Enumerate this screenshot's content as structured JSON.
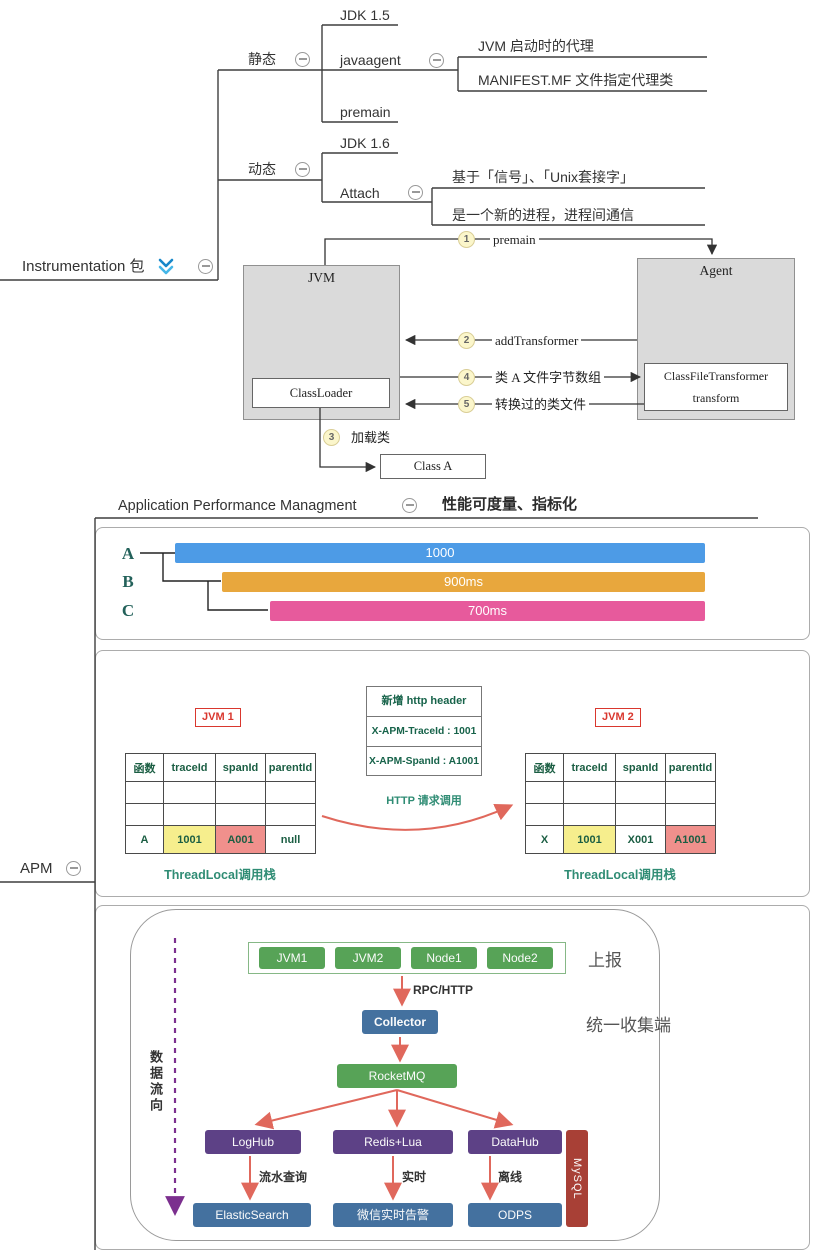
{
  "mindmap": {
    "root": {
      "label": "Instrumentation 包"
    },
    "static_branch": {
      "label": "静态",
      "jdk": "JDK 1.5",
      "javaagent": "javaagent",
      "javaagent_notes": [
        "JVM 启动时的代理",
        "MANIFEST.MF 文件指定代理类"
      ],
      "premain": "premain"
    },
    "dynamic_branch": {
      "label": "动态",
      "jdk": "JDK 1.6",
      "attach": "Attach",
      "attach_notes": [
        "基于「信号」、「Unix套接字」",
        "是一个新的进程，进程间通信"
      ]
    },
    "apm": {
      "label": "APM",
      "child_label": "Application Performance Managment",
      "child_note": "性能可度量、指标化"
    }
  },
  "agent_diagram": {
    "jvm_label": "JVM",
    "agent_label": "Agent",
    "classloader_label": "ClassLoader",
    "transformer_label_1": "ClassFileTransformer",
    "transformer_label_2": "transform",
    "class_a_label": "Class A",
    "steps": {
      "s1": {
        "num": "1",
        "label": "premain"
      },
      "s2": {
        "num": "2",
        "label": "addTransformer"
      },
      "s3": {
        "num": "3",
        "label": "加载类"
      },
      "s4": {
        "num": "4",
        "label": "类 A 文件字节数组"
      },
      "s5": {
        "num": "5",
        "label": "转换过的类文件"
      }
    }
  },
  "chart_data": {
    "type": "bar",
    "orientation": "horizontal",
    "categories": [
      "A",
      "B",
      "C"
    ],
    "values": [
      1000,
      900,
      700
    ],
    "bar_labels": [
      "1000",
      "900ms",
      "700ms"
    ],
    "bar_colors": [
      "#4D9BE6",
      "#E8A73D",
      "#E75A9C"
    ],
    "title": "",
    "xlabel": "",
    "ylabel": ""
  },
  "trace": {
    "jvm1": {
      "badge": "JVM 1",
      "headers": [
        "函数",
        "traceId",
        "spanId",
        "parentId"
      ],
      "data_row": [
        "A",
        "1001",
        "A001",
        "null"
      ],
      "caption": "ThreadLocal调用栈"
    },
    "header_box": {
      "title": "新增 http header",
      "trace_line": "X-APM-TraceId : 1001",
      "span_line": "X-APM-SpanId : A1001"
    },
    "http_call": "HTTP 请求调用",
    "jvm2": {
      "badge": "JVM 2",
      "headers": [
        "函数",
        "traceId",
        "spanId",
        "parentId"
      ],
      "data_row": [
        "X",
        "1001",
        "X001",
        "A1001"
      ],
      "caption": "ThreadLocal调用栈"
    }
  },
  "flow": {
    "sources": [
      "JVM1",
      "JVM2",
      "Node1",
      "Node2"
    ],
    "report": "上报",
    "rpc": "RPC/HTTP",
    "collector": "Collector",
    "collector_note": "统一收集端",
    "mq": "RocketMQ",
    "hubs": [
      "LogHub",
      "Redis+Lua",
      "DataHub"
    ],
    "branch_labels": [
      "流水查询",
      "实时",
      "离线"
    ],
    "sinks": [
      "ElasticSearch",
      "微信实时告警",
      "ODPS"
    ],
    "db": "MySQL",
    "flow_direction": "数据流向"
  },
  "colors": {
    "bar_blue": "#4D9BE6",
    "bar_orange": "#E8A73D",
    "bar_pink": "#E75A9C",
    "node_green": "#57A357",
    "node_blue": "#44719F",
    "node_purple": "#5D4186",
    "mysql_red": "#A84036",
    "cell_yellow": "#F6EE8D",
    "cell_salmon": "#F0908C",
    "arrow_red": "#E0685C",
    "dash_purple": "#7B2F8E",
    "badge_red": "#D9372E",
    "box_gray": "#DADADA",
    "step_circle_yellow": "#FBF6CB",
    "chevron_blue": "#2BA7DF",
    "table_text_green": "#1B5E43",
    "teal_label": "#2F8C74"
  }
}
